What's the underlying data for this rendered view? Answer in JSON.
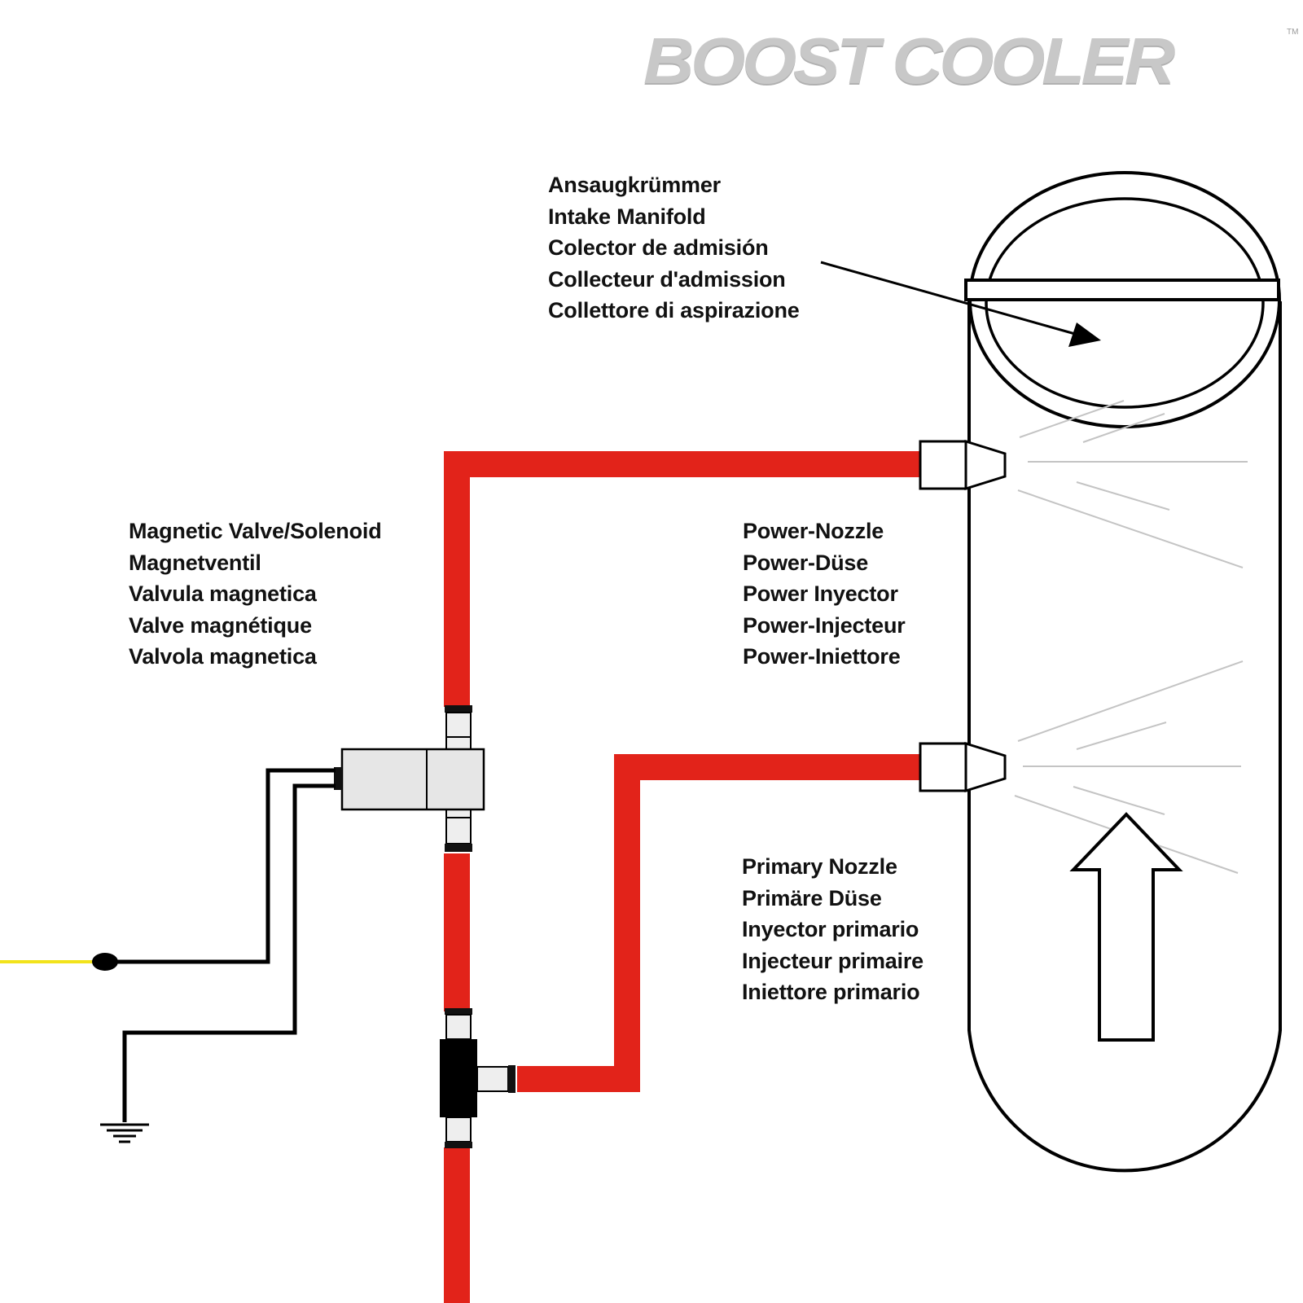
{
  "logo": {
    "text": "BOOST COOLER",
    "trademark": "TM"
  },
  "labels": {
    "intake_manifold": [
      "Ansaugkrümmer",
      "Intake Manifold",
      "Colector de admisión",
      "Collecteur d'admission",
      "Collettore di aspirazione"
    ],
    "solenoid": [
      "Magnetic Valve/Solenoid",
      "Magnetventil",
      "Valvula magnetica",
      "Valve magnétique",
      "Valvola magnetica"
    ],
    "power_nozzle": [
      "Power-Nozzle",
      "Power-Düse",
      "Power Inyector",
      "Power-Injecteur",
      "Power-Iniettore"
    ],
    "primary_nozzle": [
      "Primary Nozzle",
      "Primäre Düse",
      "Inyector primario",
      "Injecteur primaire",
      "Iniettore primario"
    ]
  },
  "colors": {
    "hose": "#e2231a",
    "power_wire": "#f2e31b",
    "outline": "#000000",
    "solenoid_body": "#e6e6e6",
    "spray": "#c4c4c4"
  }
}
